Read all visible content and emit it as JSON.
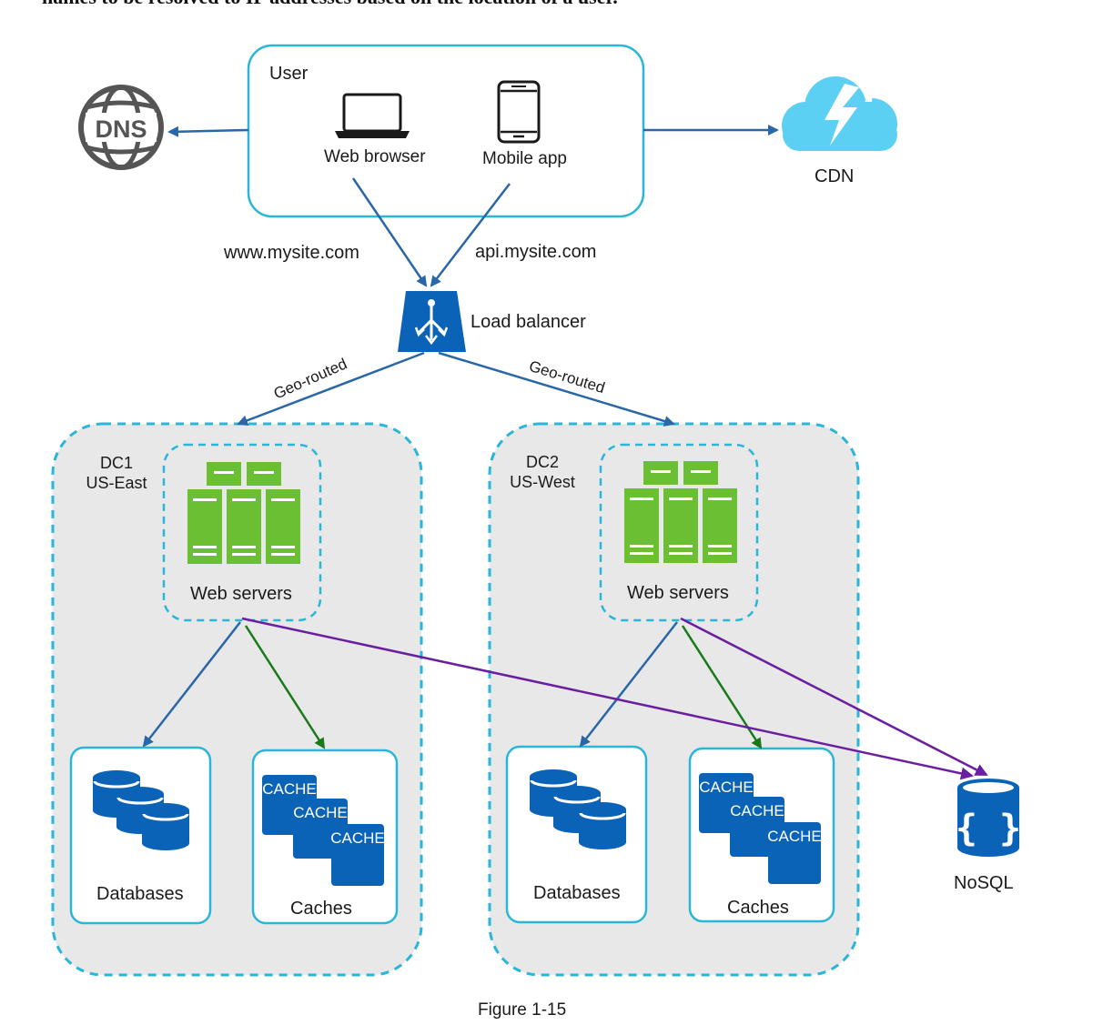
{
  "top_text": "names to be resolved to IP addresses based on the location of a user.",
  "user_box": {
    "title": "User",
    "web_browser": "Web browser",
    "mobile_app": "Mobile app"
  },
  "dns": {
    "label": "DNS"
  },
  "cdn": {
    "label": "CDN"
  },
  "routes": {
    "web": "www.mysite.com",
    "api": "api.mysite.com"
  },
  "load_balancer": {
    "label": "Load balancer"
  },
  "geo": {
    "left": "Geo-routed",
    "right": "Geo-routed"
  },
  "dc1": {
    "name": "DC1",
    "region": "US-East",
    "web_servers": "Web servers",
    "databases": "Databases",
    "caches": "Caches"
  },
  "dc2": {
    "name": "DC2",
    "region": "US-West",
    "web_servers": "Web servers",
    "databases": "Databases",
    "caches": "Caches"
  },
  "cache_word": "CACHE",
  "nosql": {
    "label": "NoSQL"
  },
  "caption": "Figure 1-15",
  "colors": {
    "cyan_border": "#29b6d8",
    "blue_arrow": "#2a67a8",
    "green_arrow": "#1a7a1a",
    "purple_arrow": "#6a1ea0",
    "server_green": "#6abf32",
    "db_blue": "#0b63b8",
    "cdn_cyan": "#5cd0f2",
    "dc_fill": "#e8e8e8"
  }
}
